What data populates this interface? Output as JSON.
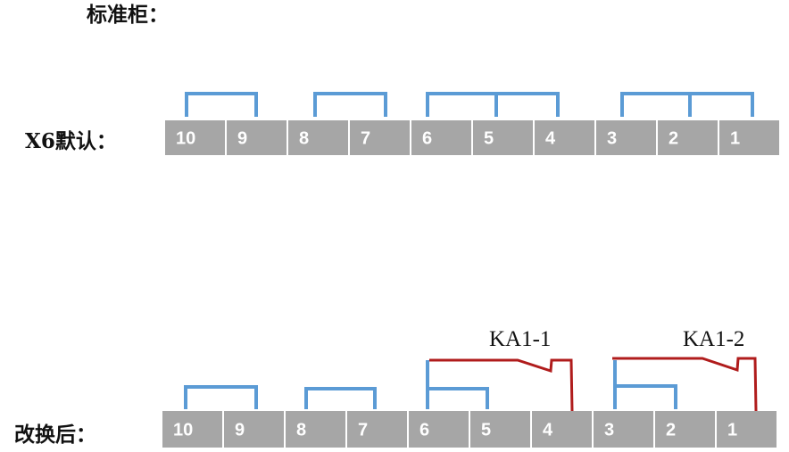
{
  "title": "标准柜：",
  "rows": [
    {
      "label": "X6默认：",
      "terminals": [
        "10",
        "9",
        "8",
        "7",
        "6",
        "5",
        "4",
        "3",
        "2",
        "1"
      ]
    },
    {
      "label": "改换后：",
      "terminals": [
        "10",
        "9",
        "8",
        "7",
        "6",
        "5",
        "4",
        "3",
        "2",
        "1"
      ]
    }
  ],
  "relays": [
    "KA1-1",
    "KA1-2"
  ],
  "colors": {
    "cell": "#a6a6a6",
    "jumper": "#5b9bd5",
    "contact": "#b01c1c"
  }
}
